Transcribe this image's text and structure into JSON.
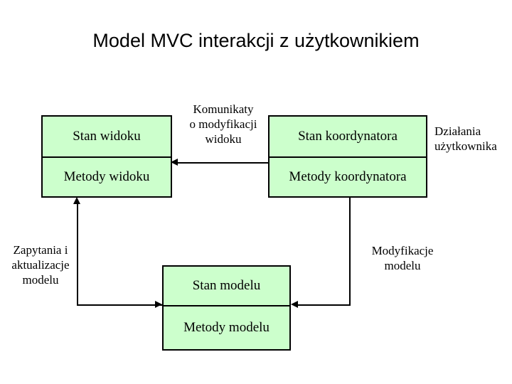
{
  "diagram": {
    "title": "Model MVC interakcji z użytkownikiem",
    "fill_color": "#ccffcc",
    "stroke_color": "#000000",
    "background_color": "#ffffff"
  },
  "boxes": {
    "view": {
      "name": "Widok",
      "state_label": "Stan widoku",
      "methods_label": "Metody widoku"
    },
    "coordinator": {
      "name": "Koordynator",
      "state_label": "Stan koordynatora",
      "methods_label": "Metody koordynatora"
    },
    "model": {
      "name": "Model",
      "state_label": "Stan modelu",
      "methods_label": "Metody modelu"
    }
  },
  "labels": {
    "messages": "Komunikaty o modyfikacji widoku",
    "messages_lines": [
      "Komunikaty",
      "o modyfikacji",
      "widoku"
    ],
    "user_actions": "Działania użytkownika",
    "user_actions_lines": [
      "Działania",
      "użytkownika"
    ],
    "queries": "Zapytania i aktualizacje modelu",
    "queries_lines": [
      "Zapytania i",
      "aktualizacje",
      "modelu"
    ],
    "model_modifications": "Modyfikacje modelu",
    "model_modifications_lines": [
      "Modyfikacje",
      "modelu"
    ]
  },
  "connections": [
    {
      "id": "coordinator-to-view",
      "from": "coordinator",
      "to": "view",
      "label": "Komunikaty o modyfikacji widoku",
      "direction": "left"
    },
    {
      "id": "model-to-view",
      "from": "model",
      "to": "view",
      "label": "Zapytania i aktualizacje modelu",
      "direction": "up"
    },
    {
      "id": "coordinator-to-model",
      "from": "coordinator",
      "to": "model",
      "label": "Modyfikacje modelu",
      "direction": "left"
    }
  ]
}
